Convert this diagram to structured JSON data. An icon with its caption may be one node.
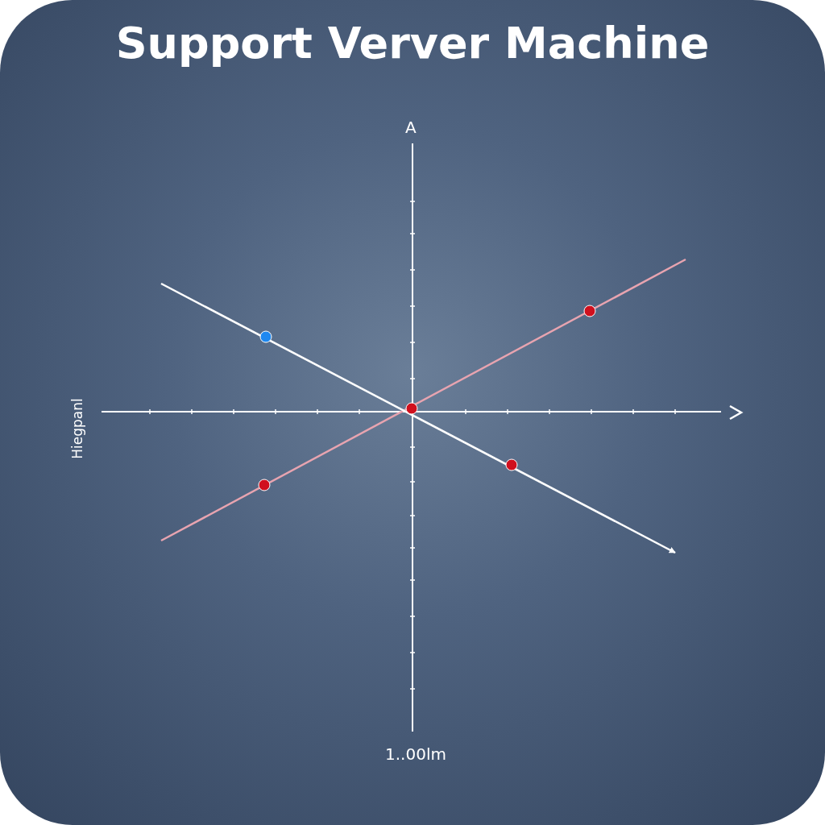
{
  "diagram": {
    "title": "Support Verver Machine",
    "labels": [
      "A",
      "Hiegpanl",
      "1..00lm"
    ]
  }
}
